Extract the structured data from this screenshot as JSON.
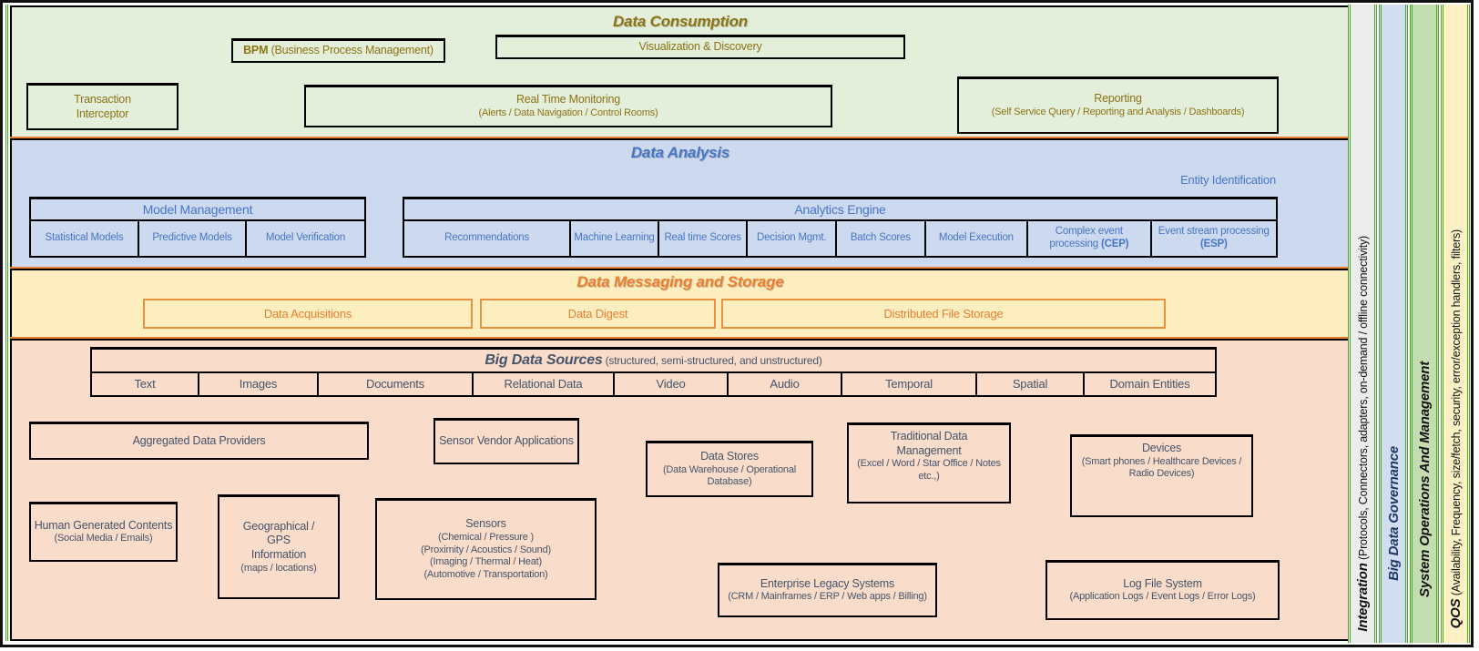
{
  "consumption": {
    "title": "Data Consumption",
    "bpm_bold": "BPM",
    "bpm_rest": " (Business Process Management)",
    "visualization": "Visualization & Discovery",
    "transaction_lines": [
      "Transaction",
      "Interceptor"
    ],
    "realtime_title": "Real Time Monitoring",
    "realtime_sub": "(Alerts / Data Navigation / Control Rooms)",
    "reporting_title": "Reporting",
    "reporting_sub": "(Self Service Query / Reporting and Analysis / Dashboards)"
  },
  "analysis": {
    "title": "Data Analysis",
    "entity_identification": "Entity Identification",
    "model_management": {
      "header": "Model Management",
      "cells": [
        "Statistical Models",
        "Predictive Models",
        "Model Verification"
      ]
    },
    "analytics_engine": {
      "header": "Analytics Engine",
      "cells": [
        {
          "text": "Recommendations",
          "bold": ""
        },
        {
          "text": "Machine Learning",
          "bold": ""
        },
        {
          "text": "Real time Scores",
          "bold": ""
        },
        {
          "text": "Decision Mgmt.",
          "bold": ""
        },
        {
          "text": "Batch Scores",
          "bold": ""
        },
        {
          "text": "Model Execution",
          "bold": ""
        },
        {
          "text": "Complex event processing ",
          "bold": "(CEP)"
        },
        {
          "text": "Event stream processing ",
          "bold": "(ESP)"
        }
      ]
    }
  },
  "messaging": {
    "title": "Data Messaging and Storage",
    "boxes": [
      "Data Acquisitions",
      "Data Digest",
      "Distributed File Storage"
    ]
  },
  "sources": {
    "title": "Big Data Sources",
    "subtitle": "(structured, semi-structured, and unstructured)",
    "types": [
      "Text",
      "Images",
      "Documents",
      "Relational Data",
      "Video",
      "Audio",
      "Temporal",
      "Spatial",
      "Domain Entities"
    ],
    "aggregated": {
      "title": "Aggregated Data Providers"
    },
    "sensor_vendor": {
      "title": "Sensor Vendor Applications"
    },
    "data_stores": {
      "title": "Data Stores",
      "sub": "(Data Warehouse / Operational Database)"
    },
    "traditional": {
      "title_lines": [
        "Traditional Data",
        "Management"
      ],
      "sub": "(Excel / Word / Star Office / Notes etc.,)"
    },
    "devices": {
      "title": "Devices",
      "sub": "(Smart phones / Healthcare Devices / Radio Devices)"
    },
    "human": {
      "title": "Human Generated Contents",
      "sub": "(Social Media / Emails)"
    },
    "geo": {
      "title_lines": [
        "Geographical /",
        "GPS",
        "Information"
      ],
      "sub": "(maps / locations)"
    },
    "sensors": {
      "title": "Sensors",
      "subs": [
        "(Chemical / Pressure )",
        "(Proximity / Acoustics / Sound)",
        "(Imaging / Thermal / Heat)",
        "(Automotive / Transportation)"
      ]
    },
    "legacy": {
      "title": "Enterprise Legacy Systems",
      "sub": "(CRM / Mainframes / ERP / Web apps / Billing)"
    },
    "logfile": {
      "title": "Log File System",
      "sub": "(Application Logs / Event Logs / Error Logs)"
    }
  },
  "rails": [
    {
      "title": "Integration",
      "detail": " (Protocols, Connectors, adapters, on-demand / offline connectivity)"
    },
    {
      "title": "Big Data Governance",
      "detail": ""
    },
    {
      "title": "System Operations And Management",
      "detail": ""
    },
    {
      "title": "QOS",
      "detail": " (Availability, Frequency, size/fetch, security, error/exception handlers, filters)"
    }
  ],
  "colors": {
    "consumption_bg": "#e3efda",
    "consumption_text": "#8c7316",
    "analysis_bg": "#cdd9ee",
    "analysis_text": "#4776c6",
    "messaging_bg": "#fdeebf",
    "messaging_accent": "#ed7d31",
    "sources_bg": "#fadcca",
    "sources_text": "#44546a",
    "rail_integration_bg": "#ececec",
    "rail_governance_bg": "#d2ddf2",
    "rail_governance_text": "#1f3864",
    "rail_sysops_bg": "#c4ddb0",
    "rail_qos_bg": "#fdf0c5",
    "grid_green": "#4ea72e"
  }
}
